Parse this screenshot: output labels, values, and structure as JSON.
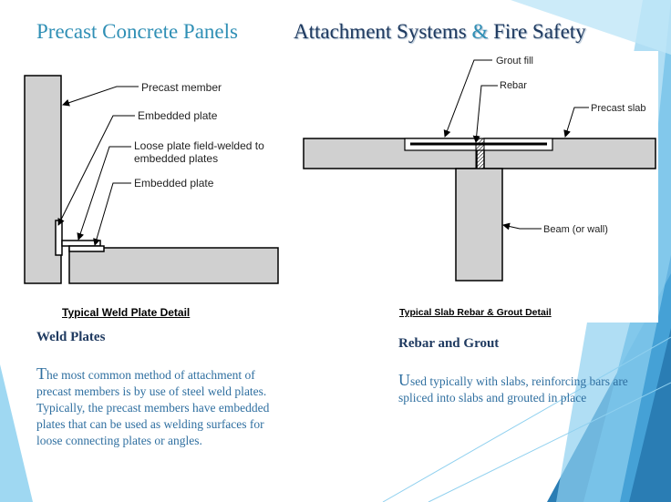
{
  "title": {
    "left": "Precast Concrete Panels",
    "right_part1": "Attachment Systems ",
    "right_amp": "&",
    "right_part2": " Fire Safety"
  },
  "weld_diagram": {
    "labels": {
      "precast_member": "Precast member",
      "embedded_plate_1": "Embedded plate",
      "loose_plate_line1": "Loose plate field-welded to",
      "loose_plate_line2": "embedded plates",
      "embedded_plate_2": "Embedded plate"
    },
    "caption": "Typical Weld Plate Detail"
  },
  "slab_diagram": {
    "labels": {
      "grout_fill": "Grout fill",
      "rebar": "Rebar",
      "precast_slab": "Precast slab",
      "beam": "Beam (or wall)"
    },
    "caption": "Typical Slab Rebar & Grout Detail"
  },
  "weld_section": {
    "heading": "Weld Plates",
    "dropcap": "T",
    "body_rest": "he most common method of attachment of precast members is by use of steel weld plates. Typically, the precast members have embedded plates that can be used as welding surfaces for loose connecting plates or angles."
  },
  "rebar_section": {
    "heading": "Rebar and Grout",
    "dropcap": "U",
    "body_rest": "sed typically with slabs, reinforcing bars are spliced into slabs and grouted in place"
  },
  "colors": {
    "title_blue": "#2f8fb5",
    "title_navy": "#1f3a60",
    "concrete_gray": "#d0d0d0",
    "deco_blue": "#5bb8e6"
  }
}
